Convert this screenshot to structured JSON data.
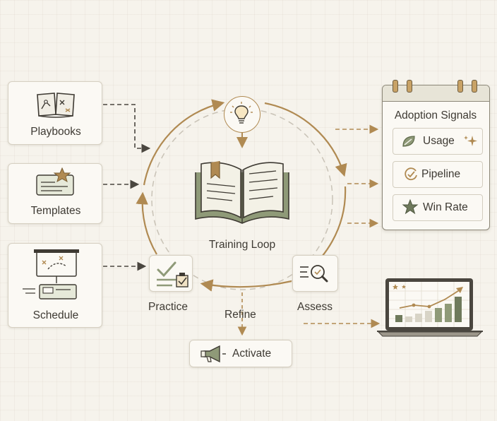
{
  "diagram": {
    "center_label": "Training Loop",
    "inputs": [
      {
        "label": "Playbooks",
        "icon": "playbook-map-icon"
      },
      {
        "label": "Templates",
        "icon": "template-star-icon"
      },
      {
        "label": "Schedule",
        "icon": "schedule-board-icon"
      }
    ],
    "loop_steps": {
      "practice": "Practice",
      "refine": "Refine",
      "assess": "Assess",
      "activate": "Activate"
    },
    "signals": {
      "title": "Adoption Signals",
      "items": [
        {
          "label": "Usage",
          "icon": "usage-leaf-icon"
        },
        {
          "label": "Pipeline",
          "icon": "pipeline-check-icon"
        },
        {
          "label": "Win Rate",
          "icon": "win-rate-star-icon"
        }
      ]
    },
    "icons": {
      "top": "lightbulb-icon",
      "center": "open-book-icon",
      "practice": "checklist-icon",
      "assess": "magnifier-list-icon",
      "activate": "megaphone-icon",
      "output": "laptop-chart-icon"
    },
    "colors": {
      "accent": "#b08a52",
      "sage": "#8f9a78",
      "ink": "#3e3a33",
      "dash": "#6e6a62"
    }
  }
}
